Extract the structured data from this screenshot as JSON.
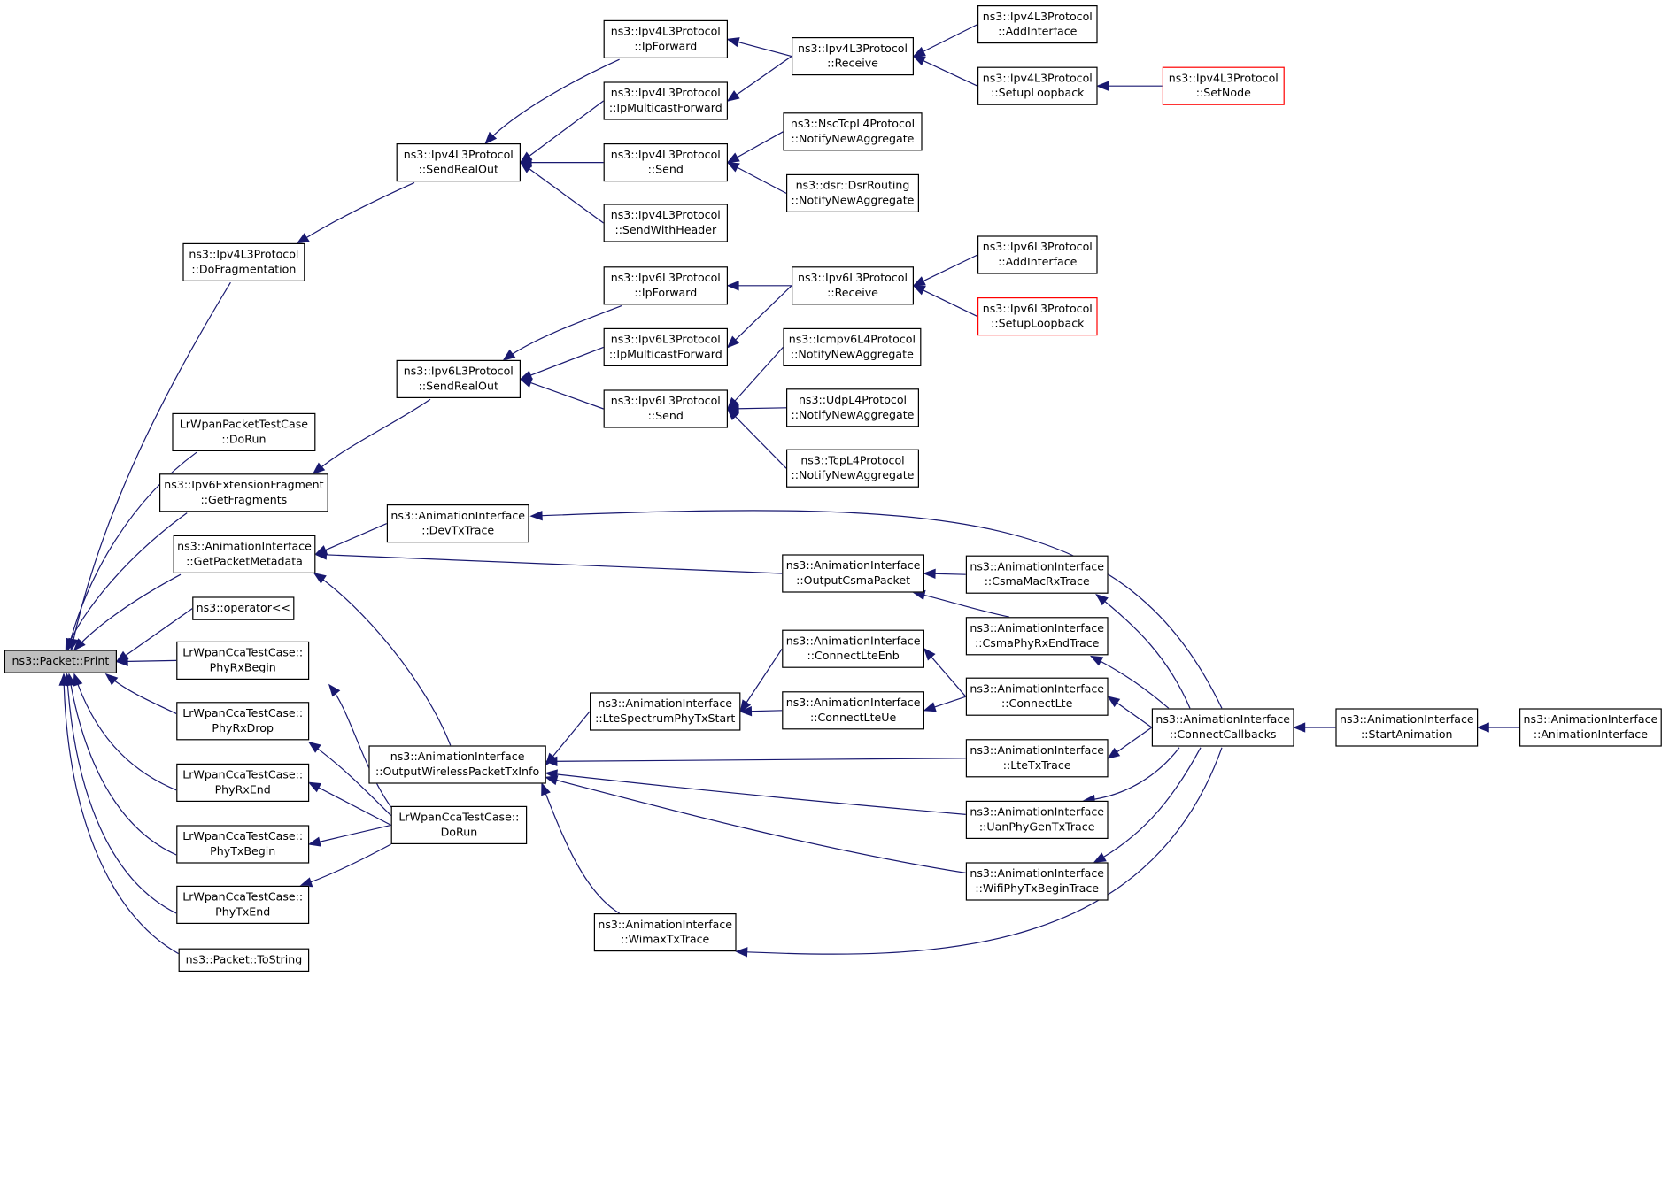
{
  "diagram": {
    "node_style": {
      "default_border": "#000000",
      "highlight_border": "#ff0000",
      "current_fill": "#bfbfbf",
      "edge_color": "#191970"
    },
    "nodes": [
      {
        "id": "print",
        "lines": [
          "ns3::Packet::Print"
        ],
        "variant": "current"
      },
      {
        "id": "ipv4_dofrag",
        "lines": [
          "ns3::Ipv4L3Protocol",
          "::DoFragmentation"
        ]
      },
      {
        "id": "lrwpan_pkt_dorun",
        "lines": [
          "LrWpanPacketTestCase",
          "::DoRun"
        ]
      },
      {
        "id": "ipv6ext_getfrag",
        "lines": [
          "ns3::Ipv6ExtensionFragment",
          "::GetFragments"
        ]
      },
      {
        "id": "ai_getpktmeta",
        "lines": [
          "ns3::AnimationInterface",
          "::GetPacketMetadata"
        ]
      },
      {
        "id": "op_lshift",
        "lines": [
          "ns3::operator<<"
        ]
      },
      {
        "id": "cca_phyrxbegin",
        "lines": [
          "LrWpanCcaTestCase::",
          "PhyRxBegin"
        ]
      },
      {
        "id": "cca_phyrxdrop",
        "lines": [
          "LrWpanCcaTestCase::",
          "PhyRxDrop"
        ]
      },
      {
        "id": "cca_phyrxend",
        "lines": [
          "LrWpanCcaTestCase::",
          "PhyRxEnd"
        ]
      },
      {
        "id": "cca_phytxbegin",
        "lines": [
          "LrWpanCcaTestCase::",
          "PhyTxBegin"
        ]
      },
      {
        "id": "cca_phytxend",
        "lines": [
          "LrWpanCcaTestCase::",
          "PhyTxEnd"
        ]
      },
      {
        "id": "pkt_tostring",
        "lines": [
          "ns3::Packet::ToString"
        ]
      },
      {
        "id": "ipv4_sendrealout",
        "lines": [
          "ns3::Ipv4L3Protocol",
          "::SendRealOut"
        ]
      },
      {
        "id": "ipv6_sendrealout",
        "lines": [
          "ns3::Ipv6L3Protocol",
          "::SendRealOut"
        ]
      },
      {
        "id": "ai_devtx",
        "lines": [
          "ns3::AnimationInterface",
          "::DevTxTrace"
        ]
      },
      {
        "id": "ai_outwireless",
        "lines": [
          "ns3::AnimationInterface",
          "::OutputWirelessPacketTxInfo"
        ]
      },
      {
        "id": "cca_dorun",
        "lines": [
          "LrWpanCcaTestCase::",
          "DoRun"
        ]
      },
      {
        "id": "ipv4_ipforward",
        "lines": [
          "ns3::Ipv4L3Protocol",
          "::IpForward"
        ]
      },
      {
        "id": "ipv4_ipmcast",
        "lines": [
          "ns3::Ipv4L3Protocol",
          "::IpMulticastForward"
        ]
      },
      {
        "id": "ipv4_send",
        "lines": [
          "ns3::Ipv4L3Protocol",
          "::Send"
        ]
      },
      {
        "id": "ipv4_sendwh",
        "lines": [
          "ns3::Ipv4L3Protocol",
          "::SendWithHeader"
        ]
      },
      {
        "id": "ipv6_ipforward",
        "lines": [
          "ns3::Ipv6L3Protocol",
          "::IpForward"
        ]
      },
      {
        "id": "ipv6_ipmcast",
        "lines": [
          "ns3::Ipv6L3Protocol",
          "::IpMulticastForward"
        ]
      },
      {
        "id": "ipv6_send",
        "lines": [
          "ns3::Ipv6L3Protocol",
          "::Send"
        ]
      },
      {
        "id": "ai_ltespec",
        "lines": [
          "ns3::AnimationInterface",
          "::LteSpectrumPhyTxStart"
        ]
      },
      {
        "id": "ai_wimax",
        "lines": [
          "ns3::AnimationInterface",
          "::WimaxTxTrace"
        ]
      },
      {
        "id": "ipv4_receive",
        "lines": [
          "ns3::Ipv4L3Protocol",
          "::Receive"
        ]
      },
      {
        "id": "nsctcp_nna",
        "lines": [
          "ns3::NscTcpL4Protocol",
          "::NotifyNewAggregate"
        ]
      },
      {
        "id": "dsr_nna",
        "lines": [
          "ns3::dsr::DsrRouting",
          "::NotifyNewAggregate"
        ]
      },
      {
        "id": "ipv6_receive",
        "lines": [
          "ns3::Ipv6L3Protocol",
          "::Receive"
        ]
      },
      {
        "id": "icmpv6_nna",
        "lines": [
          "ns3::Icmpv6L4Protocol",
          "::NotifyNewAggregate"
        ]
      },
      {
        "id": "udp_nna",
        "lines": [
          "ns3::UdpL4Protocol",
          "::NotifyNewAggregate"
        ]
      },
      {
        "id": "tcp_nna",
        "lines": [
          "ns3::TcpL4Protocol",
          "::NotifyNewAggregate"
        ]
      },
      {
        "id": "ai_outcsma",
        "lines": [
          "ns3::AnimationInterface",
          "::OutputCsmaPacket"
        ]
      },
      {
        "id": "ai_connlteenb",
        "lines": [
          "ns3::AnimationInterface",
          "::ConnectLteEnb"
        ]
      },
      {
        "id": "ai_connlteue",
        "lines": [
          "ns3::AnimationInterface",
          "::ConnectLteUe"
        ]
      },
      {
        "id": "ipv4_addif",
        "lines": [
          "ns3::Ipv4L3Protocol",
          "::AddInterface"
        ]
      },
      {
        "id": "ipv4_setuplb",
        "lines": [
          "ns3::Ipv4L3Protocol",
          "::SetupLoopback"
        ]
      },
      {
        "id": "ipv6_addif",
        "lines": [
          "ns3::Ipv6L3Protocol",
          "::AddInterface"
        ]
      },
      {
        "id": "ipv6_setuplb",
        "lines": [
          "ns3::Ipv6L3Protocol",
          "::SetupLoopback"
        ],
        "variant": "red"
      },
      {
        "id": "ai_csmamacrx",
        "lines": [
          "ns3::AnimationInterface",
          "::CsmaMacRxTrace"
        ]
      },
      {
        "id": "ai_csmaphyrx",
        "lines": [
          "ns3::AnimationInterface",
          "::CsmaPhyRxEndTrace"
        ]
      },
      {
        "id": "ai_connlte",
        "lines": [
          "ns3::AnimationInterface",
          "::ConnectLte"
        ]
      },
      {
        "id": "ai_ltetx",
        "lines": [
          "ns3::AnimationInterface",
          "::LteTxTrace"
        ]
      },
      {
        "id": "ai_uanphy",
        "lines": [
          "ns3::AnimationInterface",
          "::UanPhyGenTxTrace"
        ]
      },
      {
        "id": "ai_wifiphy",
        "lines": [
          "ns3::AnimationInterface",
          "::WifiPhyTxBeginTrace"
        ]
      },
      {
        "id": "ipv4_setnode",
        "lines": [
          "ns3::Ipv4L3Protocol",
          "::SetNode"
        ],
        "variant": "red"
      },
      {
        "id": "ai_conncb",
        "lines": [
          "ns3::AnimationInterface",
          "::ConnectCallbacks"
        ]
      },
      {
        "id": "ai_startanim",
        "lines": [
          "ns3::AnimationInterface",
          "::StartAnimation"
        ]
      },
      {
        "id": "ai_ctor",
        "lines": [
          "ns3::AnimationInterface",
          "::AnimationInterface"
        ]
      }
    ],
    "edges": [
      [
        "ipv4_dofrag",
        "print"
      ],
      [
        "lrwpan_pkt_dorun",
        "print"
      ],
      [
        "ipv6ext_getfrag",
        "print"
      ],
      [
        "ai_getpktmeta",
        "print"
      ],
      [
        "op_lshift",
        "print"
      ],
      [
        "cca_phyrxbegin",
        "print"
      ],
      [
        "cca_phyrxdrop",
        "print"
      ],
      [
        "cca_phyrxend",
        "print"
      ],
      [
        "cca_phytxbegin",
        "print"
      ],
      [
        "cca_phytxend",
        "print"
      ],
      [
        "pkt_tostring",
        "print"
      ],
      [
        "ipv4_sendrealout",
        "ipv4_dofrag"
      ],
      [
        "ipv4_ipforward",
        "ipv4_sendrealout"
      ],
      [
        "ipv4_ipmcast",
        "ipv4_sendrealout"
      ],
      [
        "ipv4_send",
        "ipv4_sendrealout"
      ],
      [
        "ipv4_sendwh",
        "ipv4_sendrealout"
      ],
      [
        "ipv4_receive",
        "ipv4_ipforward"
      ],
      [
        "ipv4_receive",
        "ipv4_ipmcast"
      ],
      [
        "ipv4_addif",
        "ipv4_receive"
      ],
      [
        "ipv4_setuplb",
        "ipv4_receive"
      ],
      [
        "ipv4_setnode",
        "ipv4_setuplb"
      ],
      [
        "nsctcp_nna",
        "ipv4_send"
      ],
      [
        "dsr_nna",
        "ipv4_send"
      ],
      [
        "ipv6_sendrealout",
        "ipv6ext_getfrag"
      ],
      [
        "ipv6_ipforward",
        "ipv6_sendrealout"
      ],
      [
        "ipv6_ipmcast",
        "ipv6_sendrealout"
      ],
      [
        "ipv6_send",
        "ipv6_sendrealout"
      ],
      [
        "ipv6_receive",
        "ipv6_ipforward"
      ],
      [
        "ipv6_receive",
        "ipv6_ipmcast"
      ],
      [
        "ipv6_addif",
        "ipv6_receive"
      ],
      [
        "ipv6_setuplb",
        "ipv6_receive"
      ],
      [
        "icmpv6_nna",
        "ipv6_send"
      ],
      [
        "udp_nna",
        "ipv6_send"
      ],
      [
        "tcp_nna",
        "ipv6_send"
      ],
      [
        "ai_devtx",
        "ai_getpktmeta"
      ],
      [
        "ai_outcsma",
        "ai_getpktmeta"
      ],
      [
        "ai_outwireless",
        "ai_getpktmeta"
      ],
      [
        "ai_conncb",
        "ai_devtx"
      ],
      [
        "ai_csmamacrx",
        "ai_outcsma"
      ],
      [
        "ai_csmaphyrx",
        "ai_outcsma"
      ],
      [
        "ai_conncb",
        "ai_csmamacrx"
      ],
      [
        "ai_conncb",
        "ai_csmaphyrx"
      ],
      [
        "ai_ltespec",
        "ai_outwireless"
      ],
      [
        "ai_ltetx",
        "ai_outwireless"
      ],
      [
        "ai_uanphy",
        "ai_outwireless"
      ],
      [
        "ai_wifiphy",
        "ai_outwireless"
      ],
      [
        "ai_wimax",
        "ai_outwireless"
      ],
      [
        "ai_connlteenb",
        "ai_ltespec"
      ],
      [
        "ai_connlteue",
        "ai_ltespec"
      ],
      [
        "ai_connlte",
        "ai_connlteenb"
      ],
      [
        "ai_connlte",
        "ai_connlteue"
      ],
      [
        "ai_conncb",
        "ai_connlte"
      ],
      [
        "ai_conncb",
        "ai_ltetx"
      ],
      [
        "ai_conncb",
        "ai_uanphy"
      ],
      [
        "ai_conncb",
        "ai_wifiphy"
      ],
      [
        "ai_conncb",
        "ai_wimax"
      ],
      [
        "ai_startanim",
        "ai_conncb"
      ],
      [
        "ai_ctor",
        "ai_startanim"
      ],
      [
        "cca_dorun",
        "cca_phyrxbegin"
      ],
      [
        "cca_dorun",
        "cca_phyrxdrop"
      ],
      [
        "cca_dorun",
        "cca_phyrxend"
      ],
      [
        "cca_dorun",
        "cca_phytxbegin"
      ],
      [
        "cca_dorun",
        "cca_phytxend"
      ]
    ]
  }
}
